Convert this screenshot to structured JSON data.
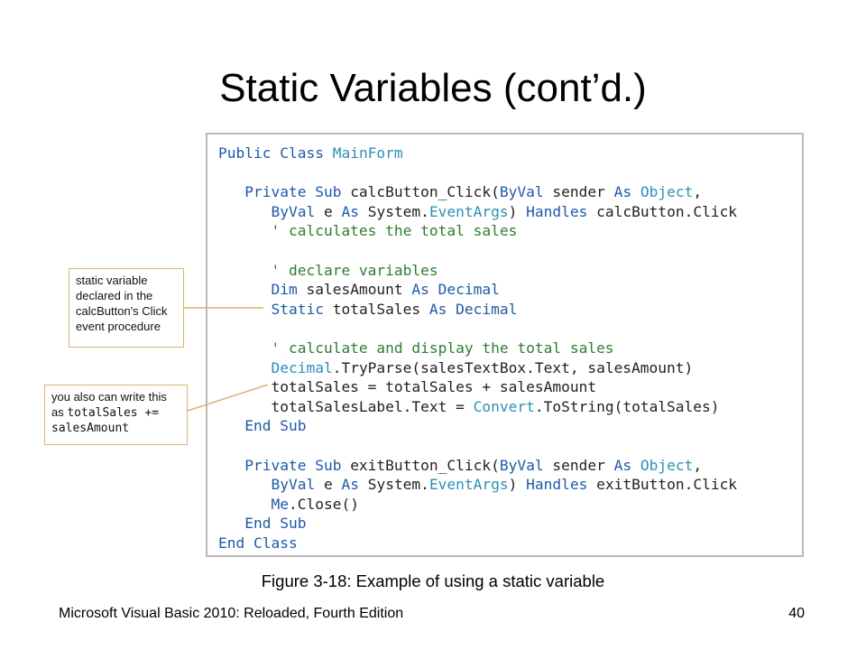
{
  "slide": {
    "title": "Static Variables (cont’d.)",
    "caption": "Figure 3-18: Example of using a static variable",
    "footer_left": "Microsoft Visual Basic 2010: Reloaded, Fourth Edition",
    "page_number": "40"
  },
  "code_lines": [
    [
      {
        "t": "kw",
        "v": "Public Class "
      },
      {
        "t": "type",
        "v": "MainForm"
      }
    ],
    [],
    [
      {
        "t": "kw",
        "v": "   Private Sub "
      },
      {
        "t": "tx",
        "v": "calcButton_Click("
      },
      {
        "t": "kw",
        "v": "ByVal "
      },
      {
        "t": "tx",
        "v": "sender "
      },
      {
        "t": "kw",
        "v": "As "
      },
      {
        "t": "type",
        "v": "Object"
      },
      {
        "t": "tx",
        "v": ","
      }
    ],
    [
      {
        "t": "kw",
        "v": "      ByVal "
      },
      {
        "t": "tx",
        "v": "e "
      },
      {
        "t": "kw",
        "v": "As "
      },
      {
        "t": "tx",
        "v": "System."
      },
      {
        "t": "type",
        "v": "EventArgs"
      },
      {
        "t": "tx",
        "v": ") "
      },
      {
        "t": "kw",
        "v": "Handles "
      },
      {
        "t": "tx",
        "v": "calcButton.Click"
      }
    ],
    [
      {
        "t": "cm",
        "v": "      ' calculates the total sales"
      }
    ],
    [],
    [
      {
        "t": "cm",
        "v": "      ' declare variables"
      }
    ],
    [
      {
        "t": "kw",
        "v": "      Dim "
      },
      {
        "t": "tx",
        "v": "salesAmount "
      },
      {
        "t": "kw",
        "v": "As Decimal"
      }
    ],
    [
      {
        "t": "kw",
        "v": "      Static "
      },
      {
        "t": "tx",
        "v": "totalSales "
      },
      {
        "t": "kw",
        "v": "As Decimal"
      }
    ],
    [],
    [
      {
        "t": "cm",
        "v": "      ' calculate and display the total sales"
      }
    ],
    [
      {
        "t": "type",
        "v": "      Decimal"
      },
      {
        "t": "tx",
        "v": ".TryParse(salesTextBox.Text, salesAmount)"
      }
    ],
    [
      {
        "t": "tx",
        "v": "      totalSales = totalSales + salesAmount"
      }
    ],
    [
      {
        "t": "tx",
        "v": "      totalSalesLabel.Text = "
      },
      {
        "t": "type",
        "v": "Convert"
      },
      {
        "t": "tx",
        "v": ".ToString(totalSales)"
      }
    ],
    [
      {
        "t": "kw",
        "v": "   End Sub"
      }
    ],
    [],
    [
      {
        "t": "kw",
        "v": "   Private Sub "
      },
      {
        "t": "tx",
        "v": "exitButton_Click("
      },
      {
        "t": "kw",
        "v": "ByVal "
      },
      {
        "t": "tx",
        "v": "sender "
      },
      {
        "t": "kw",
        "v": "As "
      },
      {
        "t": "type",
        "v": "Object"
      },
      {
        "t": "tx",
        "v": ","
      }
    ],
    [
      {
        "t": "kw",
        "v": "      ByVal "
      },
      {
        "t": "tx",
        "v": "e "
      },
      {
        "t": "kw",
        "v": "As "
      },
      {
        "t": "tx",
        "v": "System."
      },
      {
        "t": "type",
        "v": "EventArgs"
      },
      {
        "t": "tx",
        "v": ") "
      },
      {
        "t": "kw",
        "v": "Handles "
      },
      {
        "t": "tx",
        "v": "exitButton.Click"
      }
    ],
    [
      {
        "t": "kw",
        "v": "      Me"
      },
      {
        "t": "tx",
        "v": ".Close()"
      }
    ],
    [
      {
        "t": "kw",
        "v": "   End Sub"
      }
    ],
    [
      {
        "t": "kw",
        "v": "End Class"
      }
    ]
  ],
  "callouts": {
    "static_decl": {
      "line1": "static variable",
      "line2": "declared in the",
      "line3": "calcButton's Click",
      "line4": "event procedure"
    },
    "compound": {
      "line1": "you also can write this",
      "line2_prefix": "as ",
      "line2_code": "totalSales +=",
      "line3_code": "salesAmount"
    }
  },
  "colors": {
    "keyword": "#1e5aa8",
    "type": "#2e8fb8",
    "comment": "#2f7d2f",
    "callout_border": "#d7b66a",
    "code_border": "#b9b9b9"
  }
}
